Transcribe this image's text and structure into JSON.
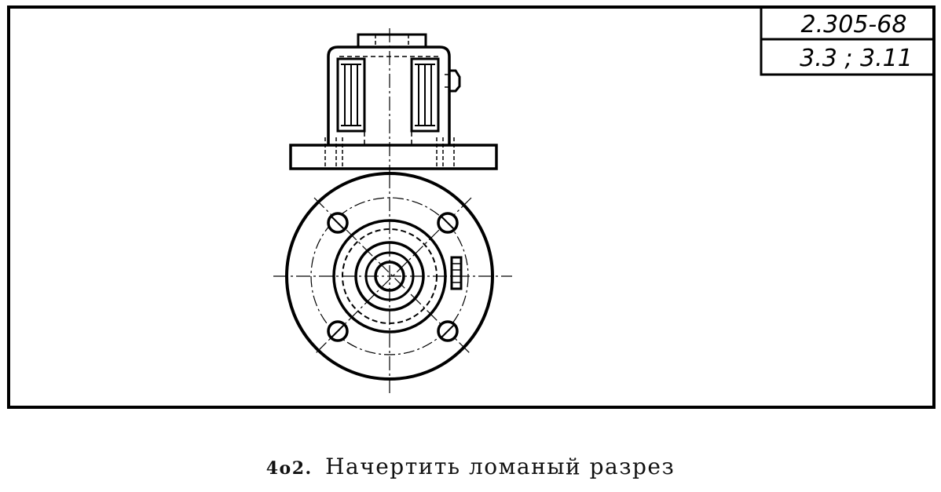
{
  "stamp": {
    "standard": "2.305-68",
    "clauses": "3.3 ; 3.11"
  },
  "caption": {
    "number": "4o2.",
    "text": "Начертить ломаный разрез"
  },
  "colors": {
    "ink": "#000000",
    "paper": "#ffffff"
  }
}
